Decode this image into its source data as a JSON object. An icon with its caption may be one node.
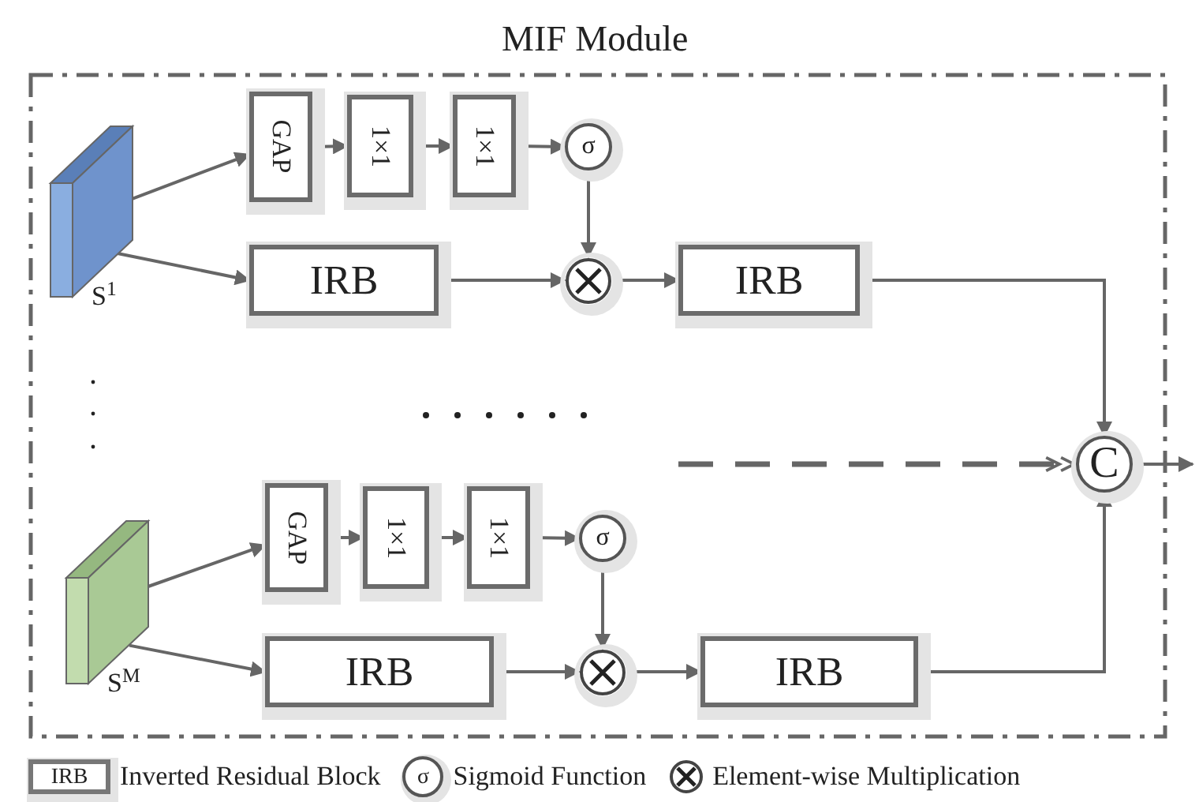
{
  "diagram": {
    "nodes": [
      {
        "text": [
          "MIF Module"
        ]
      },
      {
        "text": [
          "S$^{1}$"
        ],
        "in": 0
      },
      {
        "text": [
          "GAP"
        ],
        "in": 0
      },
      {
        "text": [
          "1×1"
        ],
        "in": 0
      },
      {
        "text": [
          "1×1"
        ],
        "in": 0
      },
      {
        "text": [
          "σ"
        ],
        "in": 0
      },
      {
        "text": [
          "IRB"
        ],
        "in": 0
      },
      {
        "text": [],
        "shape": "circle",
        "in": 0
      },
      {
        "text": [
          "IRB"
        ],
        "in": 0
      },
      {
        "text": [
          "S$^{M}$"
        ],
        "in": 0
      },
      {
        "text": [
          "GAP"
        ],
        "in": 0
      },
      {
        "text": [
          "1×1"
        ],
        "in": 0
      },
      {
        "text": [
          "1×1"
        ],
        "in": 0
      },
      {
        "text": [
          "σ"
        ],
        "in": 0
      },
      {
        "text": [
          "IRB"
        ],
        "in": 0
      },
      {
        "text": [],
        "shape": "circle",
        "in": 0
      },
      {
        "text": [
          "IRB"
        ],
        "in": 0
      },
      {
        "text": [
          "C"
        ],
        "in": 0
      }
    ],
    "edges": [
      {
        "from": 1,
        "to": 2,
        "arrow": "to"
      },
      {
        "from": 2,
        "to": 3,
        "arrow": "to"
      },
      {
        "from": 3,
        "to": 4,
        "arrow": "to"
      },
      {
        "from": 4,
        "to": 5,
        "arrow": "to"
      },
      {
        "from": 5,
        "to": 7,
        "arrow": "to"
      },
      {
        "from": 1,
        "to": 6,
        "arrow": "to"
      },
      {
        "from": 6,
        "to": 7,
        "arrow": "to"
      },
      {
        "from": 7,
        "to": 8,
        "arrow": "to"
      },
      {
        "from": 8,
        "to": 17,
        "arrow": "to"
      },
      {
        "from": 9,
        "to": 10,
        "arrow": "to"
      },
      {
        "from": 10,
        "to": 11,
        "arrow": "to"
      },
      {
        "from": 11,
        "to": 12,
        "arrow": "to"
      },
      {
        "from": 12,
        "to": 13,
        "arrow": "to"
      },
      {
        "from": 13,
        "to": 15,
        "arrow": "to"
      },
      {
        "from": 9,
        "to": 14,
        "arrow": "to"
      },
      {
        "from": 14,
        "to": 15,
        "arrow": "to"
      },
      {
        "from": 15,
        "to": 16,
        "arrow": "to"
      },
      {
        "from": 16,
        "to": 17,
        "arrow": "to"
      },
      {
        "from": null,
        "to": 17,
        "arrow": "to",
        "style": "dashed"
      },
      {
        "from": 17,
        "to": null,
        "arrow": "to"
      }
    ],
    "labels": [
      "IRB",
      "σ"
    ],
    "legend": [
      {
        "text": "Inverted Residual Block"
      },
      {
        "text": "Sigmoid Function"
      },
      {
        "text": "Element-wise Multiplication"
      }
    ]
  }
}
